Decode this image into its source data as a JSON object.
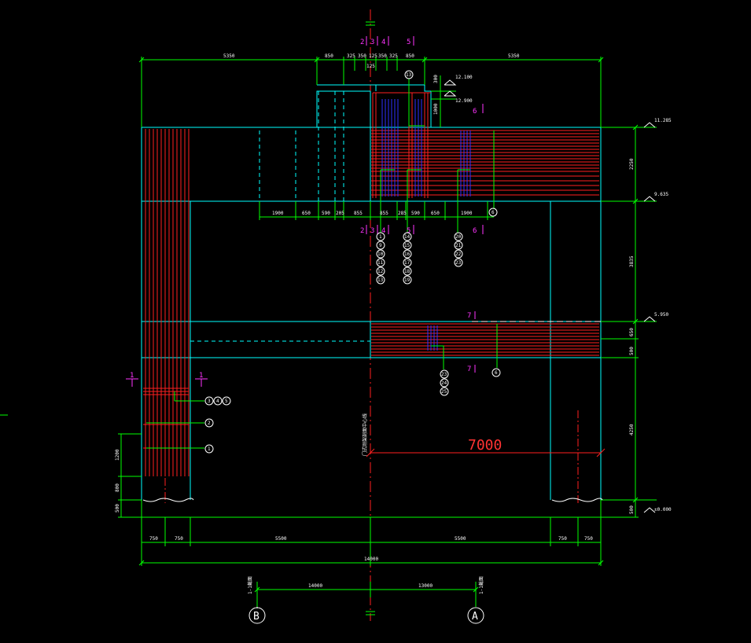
{
  "top_dimensions": [
    "5350",
    "850",
    "325",
    "350",
    "125",
    "350",
    "325",
    "850",
    "5350"
  ],
  "top_small_dim": "125",
  "under_beam_dimensions": [
    "1900",
    "650",
    "590",
    "205",
    "855",
    "855",
    "285",
    "590",
    "650",
    "1900"
  ],
  "vertical_dimensions_right": [
    "2250",
    "3835",
    "650",
    "500",
    "4250",
    "500"
  ],
  "vertical_dimensions_left": [
    "1200",
    "800",
    "500"
  ],
  "raised_part_dims": [
    "300",
    "1000"
  ],
  "bottom_dimensions": [
    "750",
    "750",
    "5500",
    "5500",
    "750",
    "750"
  ],
  "bottom_total": "14000",
  "axis_dimensions": [
    "14000",
    "13000"
  ],
  "levels": [
    "12.100",
    "12.900",
    "11.285",
    "9.635",
    "5.950",
    "±0.000"
  ],
  "section_marks_top": [
    "2",
    "3",
    "4",
    "5"
  ],
  "section_marks_mid_top": [
    "6"
  ],
  "section_marks_under": [
    "2",
    "3",
    "4",
    "5",
    "6"
  ],
  "section_marks_mid": [
    "7",
    "7"
  ],
  "section_marks_left": [
    "1",
    "1"
  ],
  "span_label": "7000",
  "axes": [
    "B",
    "A"
  ],
  "bubbles": {
    "beam_top": "13",
    "beam_right": "6",
    "mid_right": "6",
    "col1": [
      "1",
      "9",
      "10",
      "11",
      "12",
      "13"
    ],
    "col2": [
      "14",
      "15",
      "16",
      "17",
      "18",
      "19"
    ],
    "col3": [
      "20",
      "21",
      "22",
      "23"
    ],
    "mid": [
      "23",
      "24",
      "25"
    ],
    "left_row1": [
      "3",
      "4",
      "5"
    ],
    "left_row2": "2",
    "left_row3": "1"
  },
  "vertical_note": "门式刚架剖面中心线",
  "axis_notes": [
    "1-1截面",
    "1-1截面"
  ],
  "colors": {
    "outline": "#00ffff",
    "dimension": "#00ff00",
    "rebar": "#ff2020",
    "stirrup": "#3030ff",
    "section": "#ff33ff",
    "centerline": "#ff2020",
    "text": "#ffffff"
  }
}
